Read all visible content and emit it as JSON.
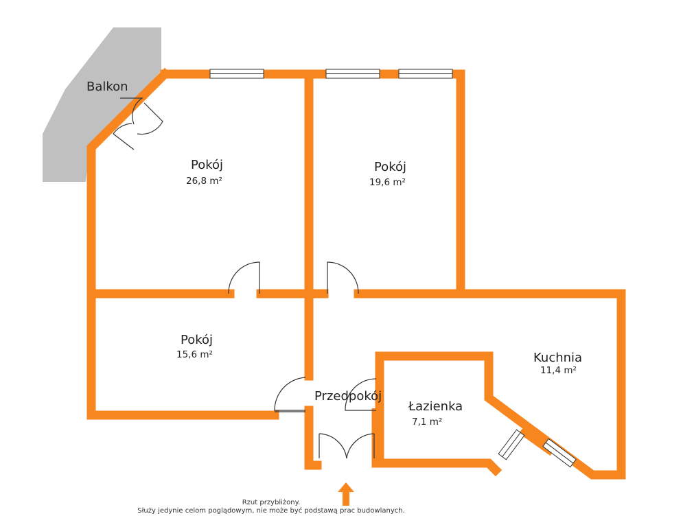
{
  "balcony": {
    "label": "Balkon"
  },
  "rooms": [
    {
      "name": "Pokój",
      "area": "26,8 m²"
    },
    {
      "name": "Pokój",
      "area": "19,6 m²"
    },
    {
      "name": "Pokój",
      "area": "15,6 m²"
    },
    {
      "name": "Kuchnia",
      "area": "11,4 m²"
    },
    {
      "name": "Przedpokój"
    },
    {
      "name": "Łazienka",
      "area": "7,1 m²"
    }
  ],
  "footer": {
    "line1": "Rzut przybliżony.",
    "line2": "Służy jedynie celom poglądowym, nie może być podstawą prac budowlanych."
  },
  "colors": {
    "wall": "#f7861f",
    "balcony": "#c0c0c0",
    "background": "#ffffff"
  },
  "icons": {
    "entrance": "up-arrow-icon"
  }
}
